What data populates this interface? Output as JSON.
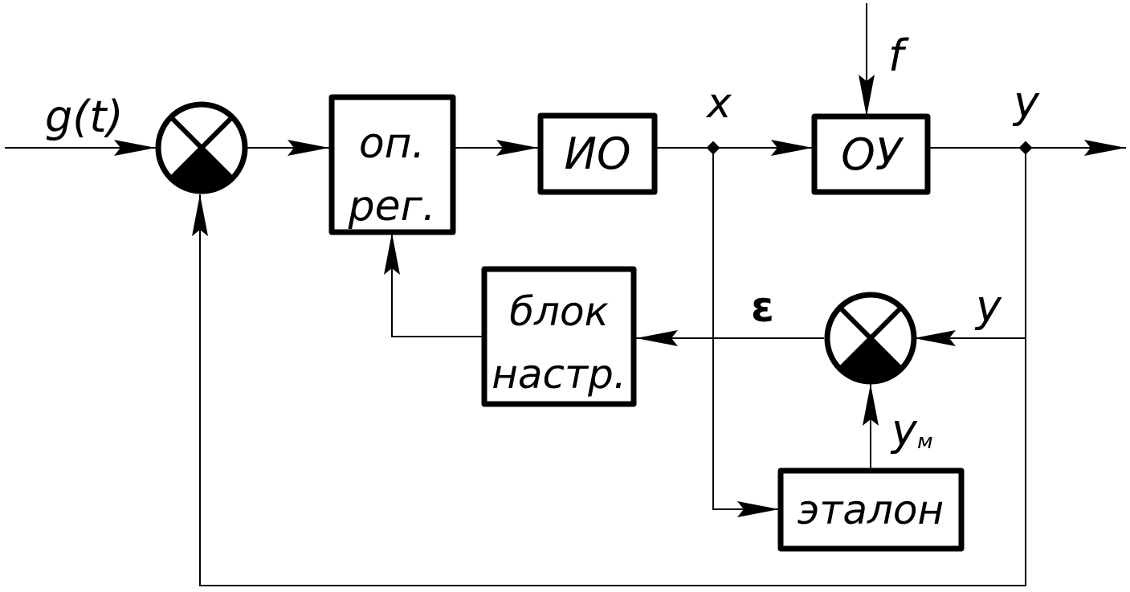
{
  "diagram": {
    "type": "adaptive control system block diagram",
    "blocks": {
      "controller": {
        "line1": "оп.",
        "line2": "рег."
      },
      "actuator": {
        "label": "ИО"
      },
      "plant": {
        "label": "ОУ"
      },
      "tuning_block": {
        "line1": "блок",
        "line2": "настр."
      },
      "reference_model": {
        "label": "эталон"
      }
    },
    "signals": {
      "input": "g(t)",
      "disturbance": "f",
      "control": "x",
      "output": "y",
      "output_feedback": "y",
      "error": "ε",
      "model_output": "y",
      "model_output_subscript": "м"
    },
    "comparators": [
      {
        "id": "main-summing-junction"
      },
      {
        "id": "error-summing-junction"
      }
    ]
  }
}
